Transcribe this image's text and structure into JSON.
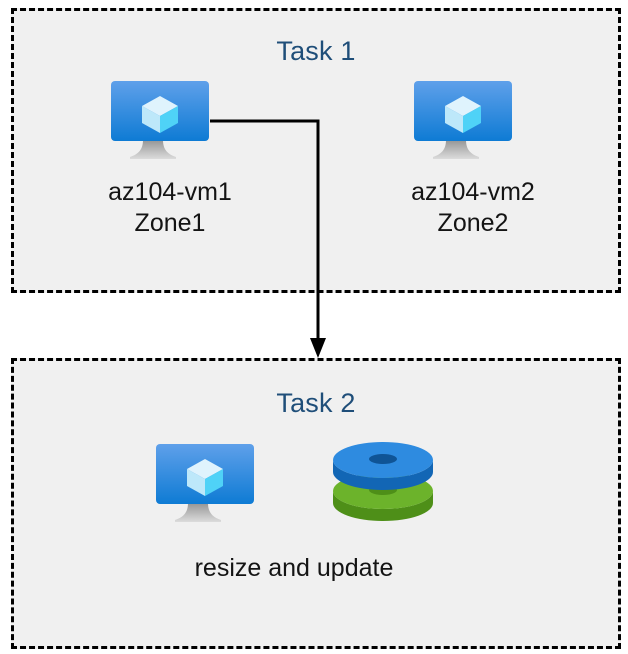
{
  "diagram": {
    "background_color": "#FFFFFF",
    "box_fill": "#F0F0F0",
    "box_border_color": "#000000",
    "title_color": "#1F4E79",
    "label_color": "#141414",
    "accent_blue": "#1683D8",
    "disk_blue": "#2E8BE0",
    "disk_green": "#6CB32B"
  },
  "task1": {
    "title": "Task 1",
    "vms": [
      {
        "icon": "virtual-machine-icon",
        "name": "az104-vm1",
        "zone": "Zone1",
        "caption": "az104-vm1\nZone1"
      },
      {
        "icon": "virtual-machine-icon",
        "name": "az104-vm2",
        "zone": "Zone2",
        "caption": "az104-vm2\nZone2"
      }
    ]
  },
  "connector": {
    "icon": "down-arrow-icon",
    "from": "az104-vm1",
    "to": "Task 2"
  },
  "task2": {
    "title": "Task 2",
    "icons": [
      {
        "icon": "virtual-machine-icon"
      },
      {
        "icon": "disks-icon"
      }
    ],
    "caption": "resize and update"
  }
}
